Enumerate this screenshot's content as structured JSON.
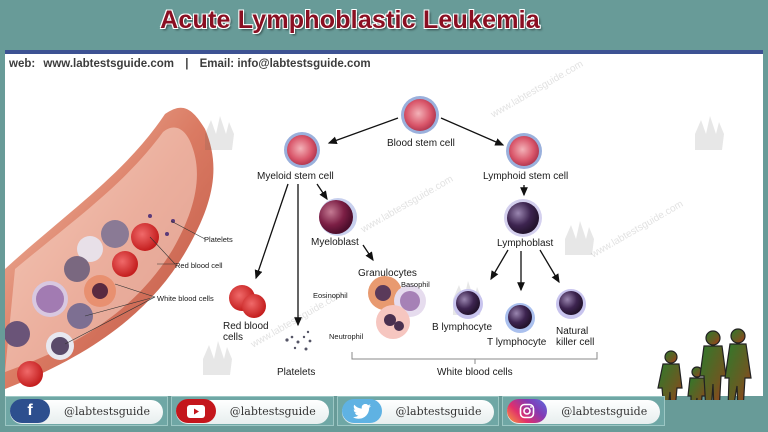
{
  "header": {
    "title": "Acute Lymphoblastic Leukemia",
    "contact": {
      "web_label": "web:",
      "web_url": "www.labtestsguide.com",
      "separator": "|",
      "email_label": "Email:",
      "email": "info@labtestsguide.com"
    }
  },
  "colors": {
    "frame": "#689b98",
    "title": "#8a0f22",
    "header_bar": "#3d5293",
    "panel": "#ffffff"
  },
  "vessel_illustration": {
    "labels": [
      "Platelets",
      "Red blood cell",
      "White blood cells"
    ]
  },
  "diagram": {
    "root": "Blood stem cell",
    "myeloid": {
      "label": "Myeloid stem cell",
      "myeloblast": "Myeloblast",
      "granulocytes": "Granulocytes",
      "eosinophil": "Eosinophil",
      "basophil": "Basophil",
      "neutrophil": "Neutrophil",
      "rbc_line1": "Red blood",
      "rbc_line2": "cells",
      "platelets": "Platelets"
    },
    "lymphoid": {
      "label": "Lymphoid stem cell",
      "lymphoblast": "Lymphoblast",
      "b_lymphocyte": "B lymphocyte",
      "t_lymphocyte": "T lymphocyte",
      "nk_line1": "Natural",
      "nk_line2": "killer cell"
    },
    "wbc_group": "White blood cells"
  },
  "watermark": "www.labtestsguide.com",
  "footer": {
    "social": [
      {
        "network": "facebook",
        "icon": "facebook-icon",
        "handle": "@labtestsguide",
        "color": "#2d4f8e"
      },
      {
        "network": "youtube",
        "icon": "youtube-icon",
        "handle": "@labtestsguide",
        "color": "#c4161c"
      },
      {
        "network": "twitter",
        "icon": "twitter-icon",
        "handle": "@labtestsguide",
        "color": "#5fb2e3"
      },
      {
        "network": "instagram",
        "icon": "instagram-icon",
        "handle": "@labtestsguide",
        "color": "#c13584"
      }
    ]
  }
}
